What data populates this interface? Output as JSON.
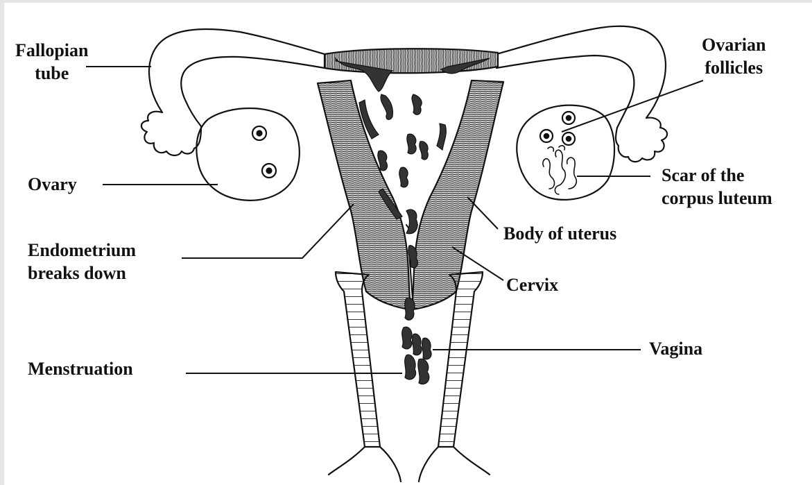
{
  "labels": {
    "fallopian_tube": [
      "Fallopian",
      "tube"
    ],
    "ovary": [
      "Ovary"
    ],
    "endometrium": [
      "Endometrium",
      "breaks down"
    ],
    "menstruation": [
      "Menstruation"
    ],
    "ovarian_follicles": [
      "Ovarian",
      "follicles"
    ],
    "scar": [
      "Scar of the",
      "corpus luteum"
    ],
    "body_of_uterus": [
      "Body of uterus"
    ],
    "cervix": [
      "Cervix"
    ],
    "vagina": [
      "Vagina"
    ]
  },
  "colors": {
    "ink": "#111111",
    "background": "#ffffff",
    "frame": "#e6e6e6"
  }
}
